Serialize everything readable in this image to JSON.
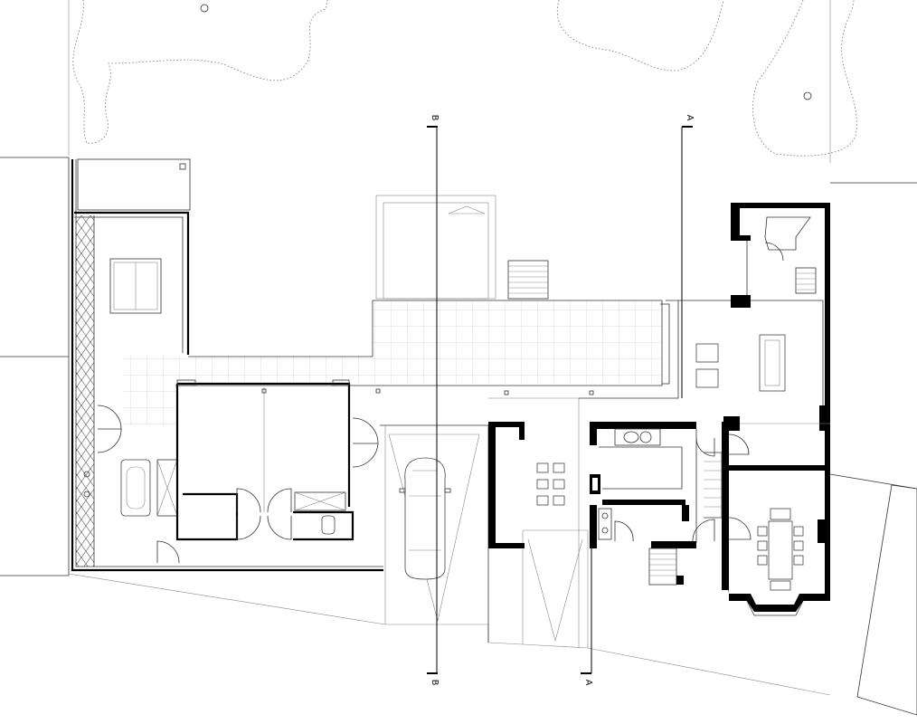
{
  "sections": {
    "a_top": "A",
    "a_bottom": "A",
    "b_top": "B",
    "b_bottom": "B"
  },
  "colors": {
    "wall": "#000000",
    "line": "#333333",
    "paving": "#bdbdbd",
    "landscape": "#777777"
  },
  "icons": {
    "north_tree_marks": "tree-trunk-icon",
    "car": "car-icon",
    "stairs": "stairs-icon"
  }
}
